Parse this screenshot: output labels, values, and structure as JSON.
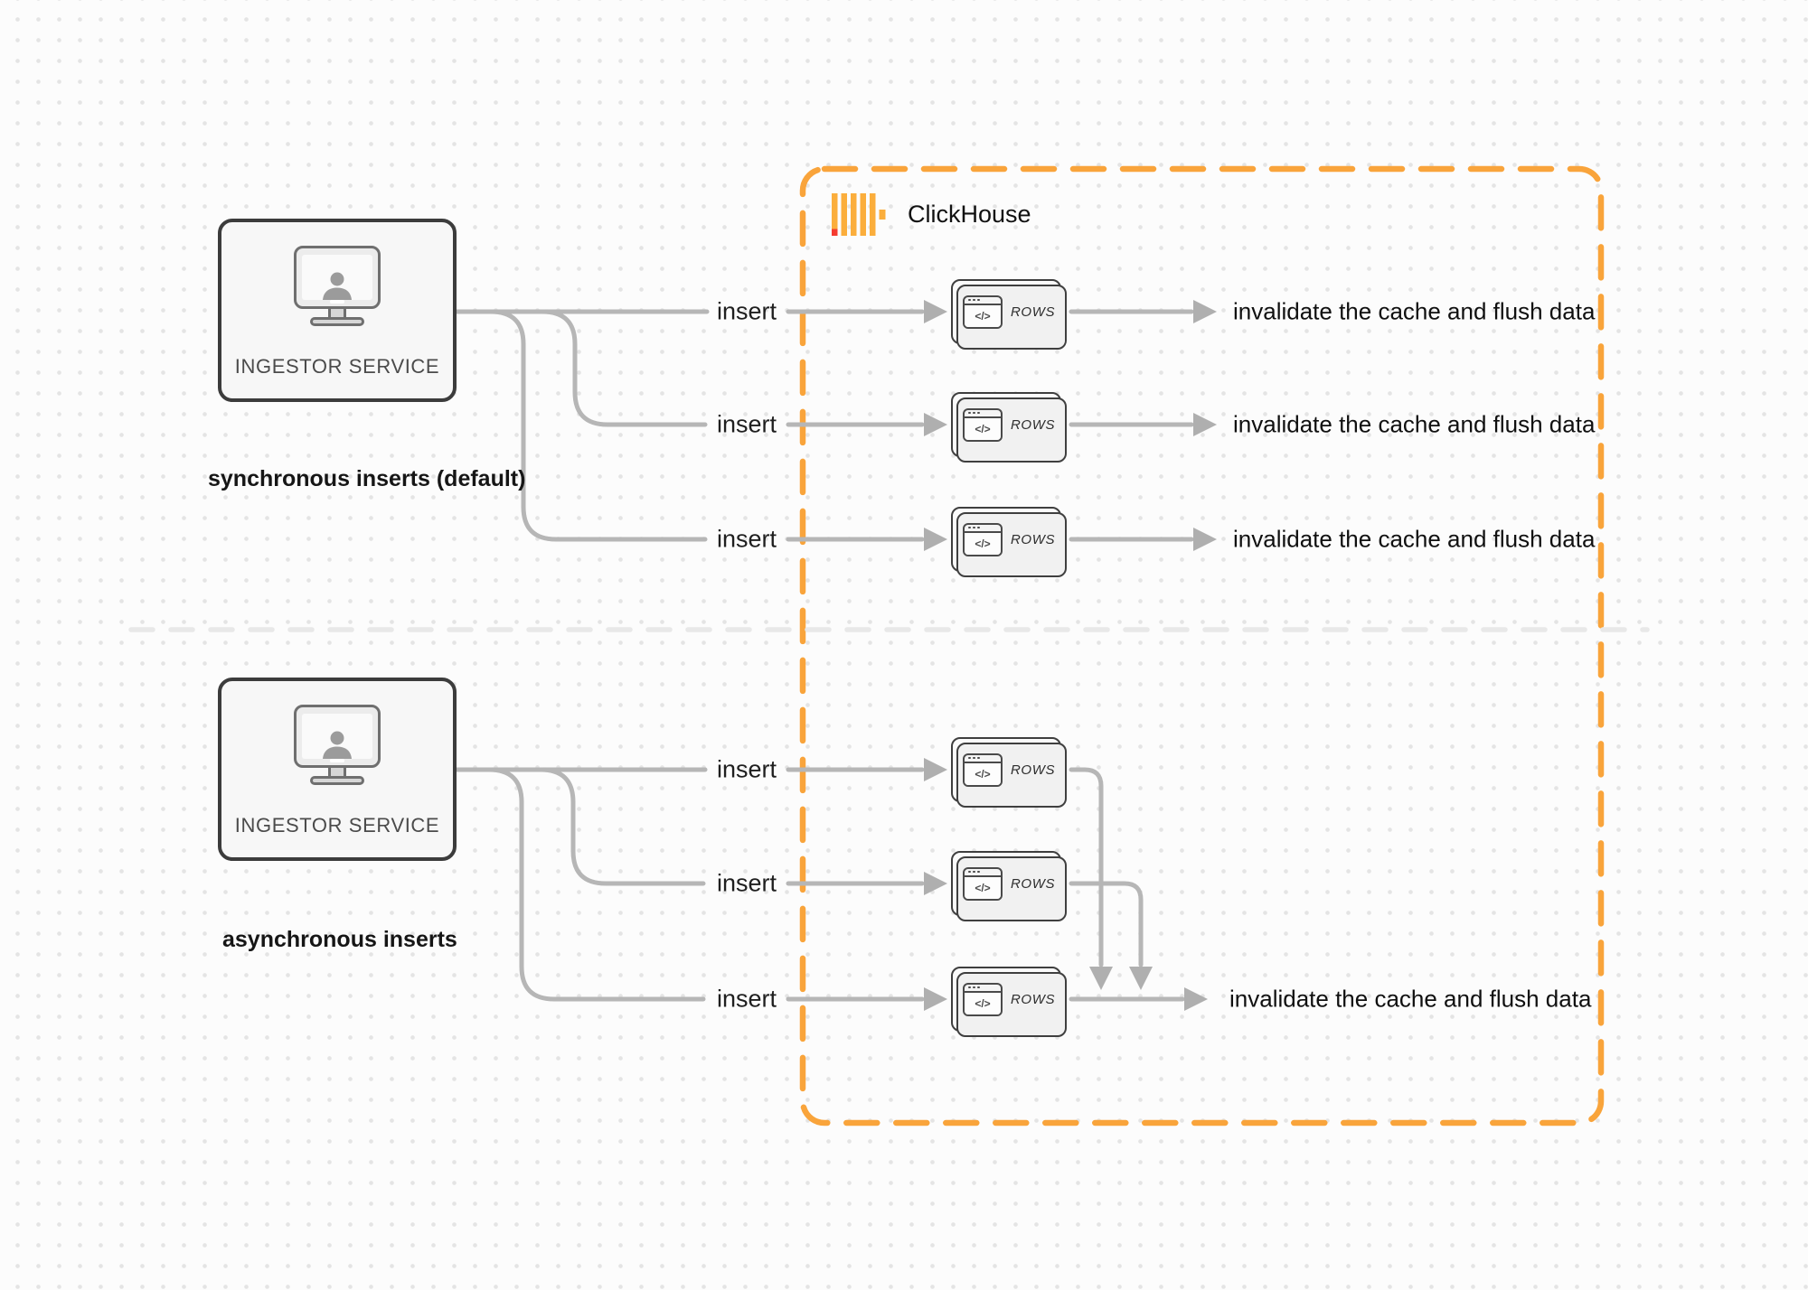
{
  "clickhouse": {
    "label": "ClickHouse"
  },
  "sync": {
    "service_label": "INGESTOR SERVICE",
    "caption": "synchronous inserts (default)",
    "lanes": [
      {
        "insert": "insert",
        "rows": "ROWS",
        "result": "invalidate the cache and flush data"
      },
      {
        "insert": "insert",
        "rows": "ROWS",
        "result": "invalidate the cache and flush data"
      },
      {
        "insert": "insert",
        "rows": "ROWS",
        "result": "invalidate the cache and flush data"
      }
    ]
  },
  "async": {
    "service_label": "INGESTOR SERVICE",
    "caption": "asynchronous inserts",
    "lanes": [
      {
        "insert": "insert",
        "rows": "ROWS"
      },
      {
        "insert": "insert",
        "rows": "ROWS"
      },
      {
        "insert": "insert",
        "rows": "ROWS"
      }
    ],
    "result": "invalidate the cache and flush data"
  },
  "glyphs": {
    "code": "</>"
  },
  "icons": {
    "ingestor": "monitor-user-icon",
    "rows_card": "code-window-icon",
    "logo": "clickhouse-logo-icon"
  },
  "colors": {
    "accent_orange": "#F9A43B",
    "logo_yellow": "#FBAE3C",
    "logo_red": "#F53B30",
    "connector_gray": "#B6B6B6",
    "divider_gray": "#E8E8E8",
    "box_border": "#3C3C3C",
    "text_dark": "#161616",
    "muted_text": "#4B4B4B"
  }
}
